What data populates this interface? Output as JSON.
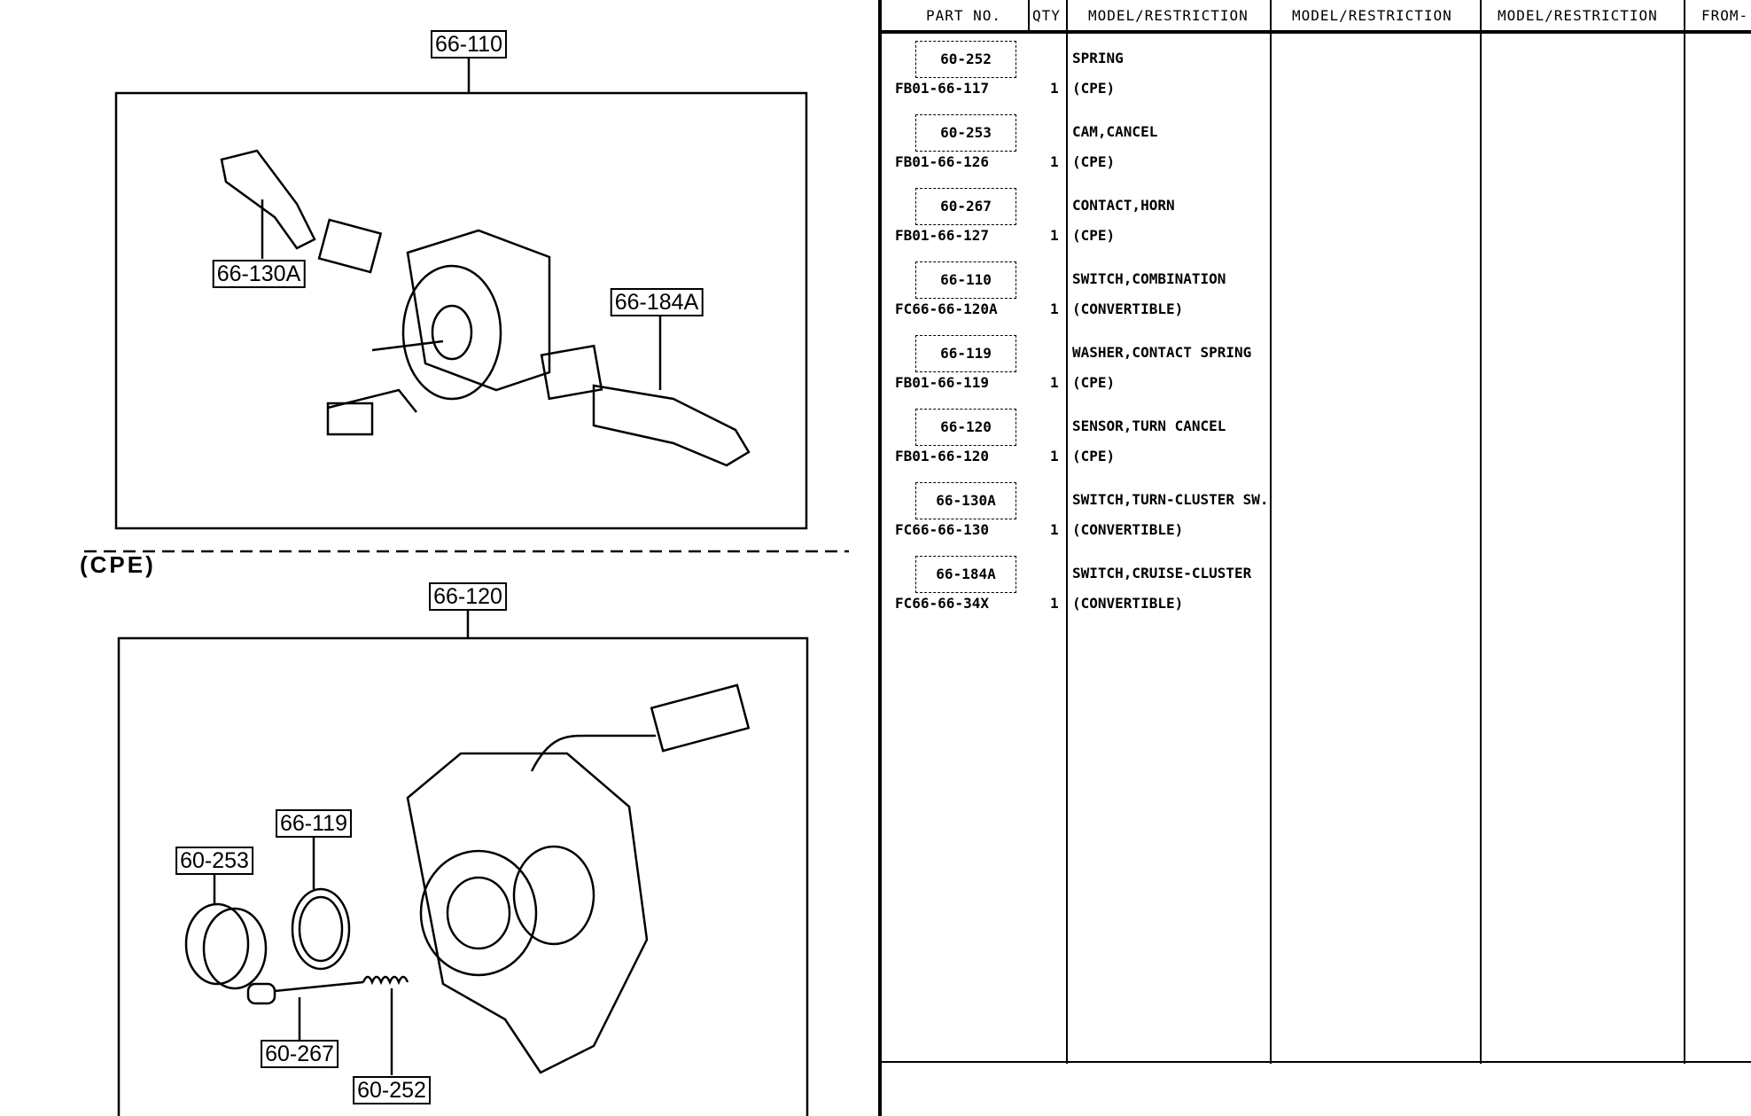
{
  "diagram": {
    "callouts": [
      "66-110",
      "66-130A",
      "66-184A",
      "66-120",
      "66-119",
      "60-253",
      "60-267",
      "60-252"
    ],
    "section_label": "(CPE)"
  },
  "table": {
    "headers": [
      "PART NO.",
      "QTY",
      "MODEL/RESTRICTION",
      "MODEL/RESTRICTION",
      "MODEL/RESTRICTION",
      "FROM-"
    ],
    "rows": [
      {
        "ref": "60-252",
        "part_no": "FB01-66-117",
        "qty": "1",
        "desc": "SPRING",
        "restriction": "(CPE)"
      },
      {
        "ref": "60-253",
        "part_no": "FB01-66-126",
        "qty": "1",
        "desc": "CAM,CANCEL",
        "restriction": "(CPE)"
      },
      {
        "ref": "60-267",
        "part_no": "FB01-66-127",
        "qty": "1",
        "desc": "CONTACT,HORN",
        "restriction": "(CPE)"
      },
      {
        "ref": "66-110",
        "part_no": "FC66-66-120A",
        "qty": "1",
        "desc": "SWITCH,COMBINATION",
        "restriction": "(CONVERTIBLE)"
      },
      {
        "ref": "66-119",
        "part_no": "FB01-66-119",
        "qty": "1",
        "desc": "WASHER,CONTACT SPRING",
        "restriction": "(CPE)"
      },
      {
        "ref": "66-120",
        "part_no": "FB01-66-120",
        "qty": "1",
        "desc": "SENSOR,TURN CANCEL",
        "restriction": "(CPE)"
      },
      {
        "ref": "66-130A",
        "part_no": "FC66-66-130",
        "qty": "1",
        "desc": "SWITCH,TURN-CLUSTER SW.",
        "restriction": "(CONVERTIBLE)"
      },
      {
        "ref": "66-184A",
        "part_no": "FC66-66-34X",
        "qty": "1",
        "desc": "SWITCH,CRUISE-CLUSTER",
        "restriction": "(CONVERTIBLE)"
      }
    ]
  }
}
